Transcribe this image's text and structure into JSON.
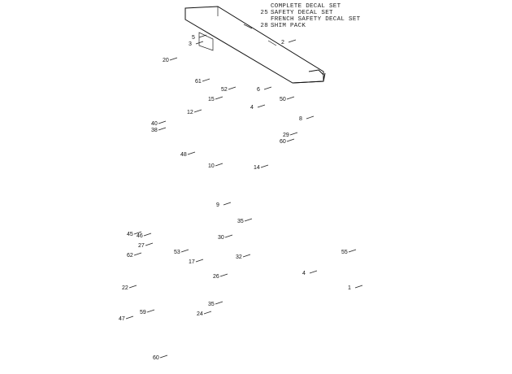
{
  "legend": [
    {
      "num": "",
      "text": "COMPLETE DECAL SET"
    },
    {
      "num": "25",
      "text": "SAFETY DECAL SET"
    },
    {
      "num": "",
      "text": "FRENCH SAFETY DECAL SET"
    },
    {
      "num": "28",
      "text": "SHIM PACK"
    }
  ],
  "callouts": [
    {
      "id": "c1",
      "text": "2"
    },
    {
      "id": "c2",
      "text": "5"
    },
    {
      "id": "c3",
      "text": "3"
    },
    {
      "id": "c4",
      "text": "20"
    },
    {
      "id": "c5",
      "text": "61"
    },
    {
      "id": "c6",
      "text": "6"
    },
    {
      "id": "c7",
      "text": "52"
    },
    {
      "id": "c8",
      "text": "12"
    },
    {
      "id": "c9",
      "text": "15"
    },
    {
      "id": "c10",
      "text": "4"
    },
    {
      "id": "c11",
      "text": "40"
    },
    {
      "id": "c12",
      "text": "38"
    },
    {
      "id": "c13",
      "text": "48"
    },
    {
      "id": "c14",
      "text": "10"
    },
    {
      "id": "c15",
      "text": "50"
    },
    {
      "id": "c16",
      "text": "60"
    },
    {
      "id": "c17",
      "text": "8"
    },
    {
      "id": "c18",
      "text": "29"
    },
    {
      "id": "c19",
      "text": "30"
    },
    {
      "id": "c20",
      "text": "35"
    },
    {
      "id": "c21",
      "text": "9"
    },
    {
      "id": "c22",
      "text": "14"
    },
    {
      "id": "c23",
      "text": "55"
    },
    {
      "id": "c24",
      "text": "32"
    },
    {
      "id": "c25",
      "text": "45"
    },
    {
      "id": "c26",
      "text": "46"
    },
    {
      "id": "c27",
      "text": "53"
    },
    {
      "id": "c28",
      "text": "17"
    },
    {
      "id": "c29",
      "text": "27"
    },
    {
      "id": "c30",
      "text": "24"
    },
    {
      "id": "c31",
      "text": "47"
    },
    {
      "id": "c32",
      "text": "22"
    },
    {
      "id": "c33",
      "text": "59"
    },
    {
      "id": "c34",
      "text": "60"
    },
    {
      "id": "c35",
      "text": "62"
    },
    {
      "id": "c36",
      "text": "4"
    },
    {
      "id": "c37",
      "text": "1"
    },
    {
      "id": "c38",
      "text": "26"
    },
    {
      "id": "c39",
      "text": "35"
    }
  ]
}
